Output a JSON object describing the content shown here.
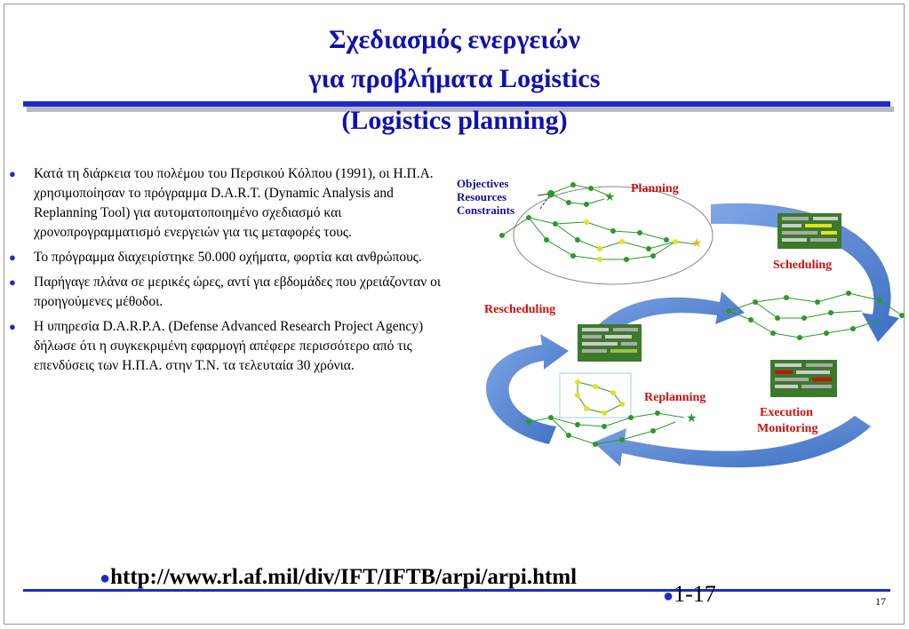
{
  "slide": {
    "title_line1": "Σχεδιασμός ενεργειών",
    "title_line2": "για προβλήματα Logistics",
    "title_line3": "(Logistics planning)",
    "bullets": [
      "Κατά τη διάρκεια του πολέμου του Περσικού Κόλπου (1991), οι Η.Π.Α. χρησιμοποίησαν το πρόγραμμα D.A.R.T. (Dynamic Analysis and Replanning Tool) για αυτοματοποιημένο σχεδιασμό και χρονοπρογραμματισμό ενεργειών για τις μεταφορές τους.",
      "Το πρόγραμμα διαχειρίστηκε 50.000 οχήματα, φορτία και ανθρώπους.",
      "Παρήγαγε πλάνα σε μερικές ώρες, αντί για εβδομάδες που χρειάζονταν οι προηγούμενες μέθοδοι.",
      "Η υπηρεσία D.A.R.P.A. (Defense Advanced Research Project Agency) δήλωσε ότι η συγκεκριμένη εφαρμογή απέφερε περισσότερο από τις επενδύσεις των Η.Π.Α. στην Τ.Ν. τα τελευταία 30 χρόνια."
    ],
    "link": "http://www.rl.af.mil/div/IFT/IFTB/arpi/arpi.html",
    "slide_id": "1-17",
    "page_number": "17"
  },
  "figure": {
    "label_objectives": "Objectives",
    "label_resources": "Resources",
    "label_constraints": "Constraints",
    "label_planning": "Planning",
    "label_scheduling": "Scheduling",
    "label_rescheduling": "Rescheduling",
    "label_replanning": "Replanning",
    "label_execution": "Execution",
    "label_monitoring": "Monitoring",
    "colors": {
      "arrow": "#4a7fcf",
      "node": "#2a9a2a",
      "label_red": "#cc1010",
      "label_blue": "#1010a0"
    }
  }
}
